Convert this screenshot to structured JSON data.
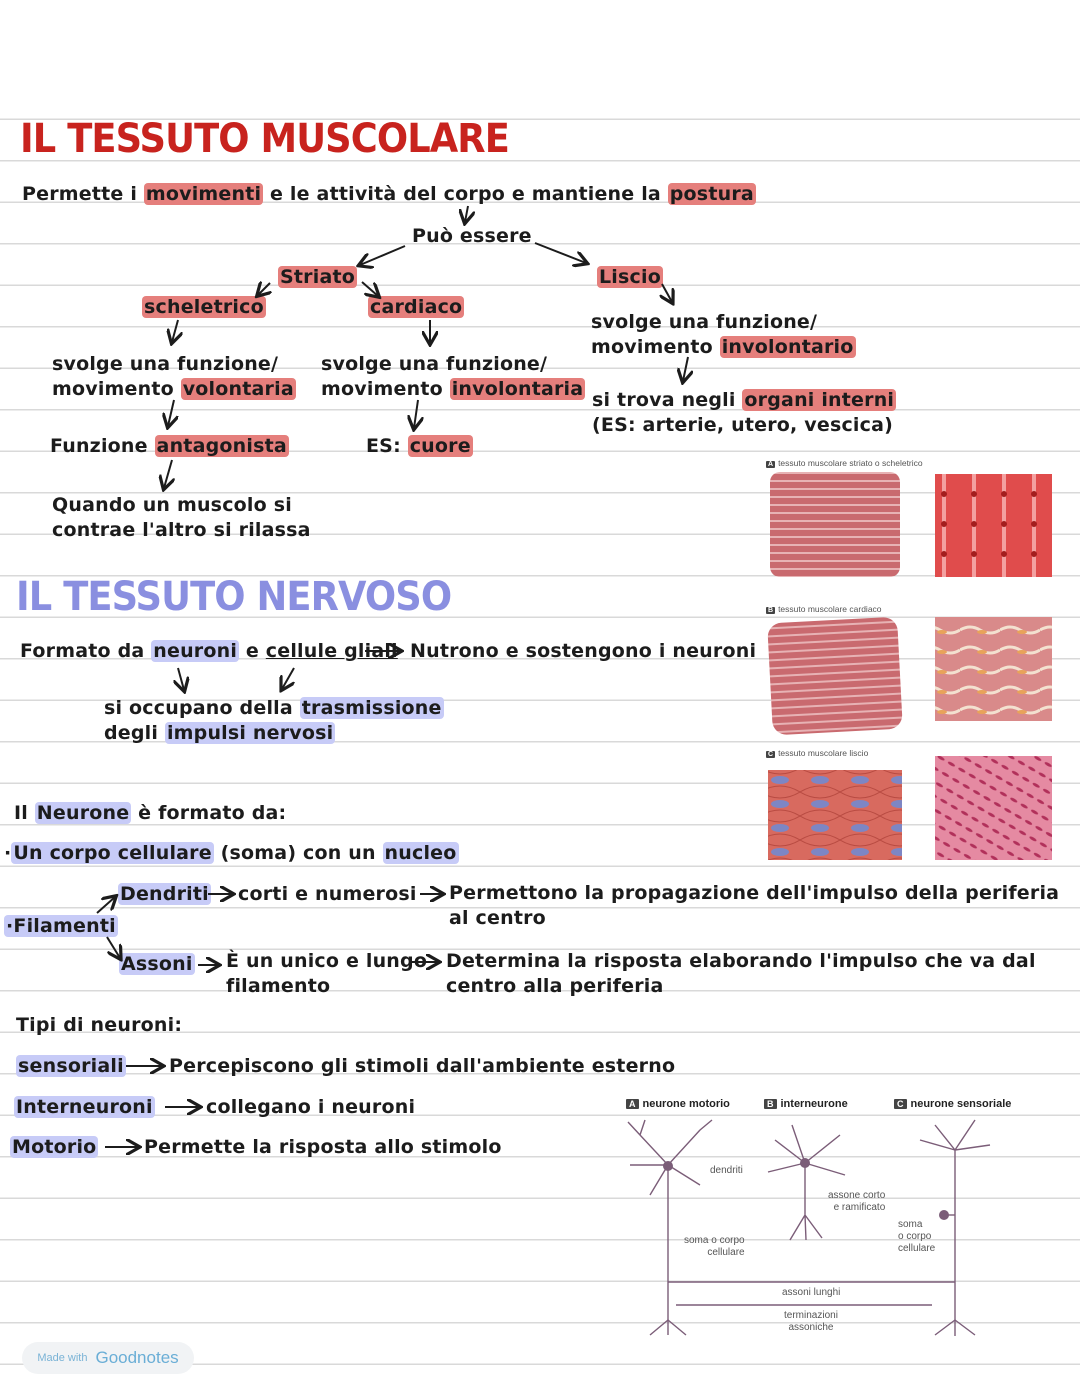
{
  "muscle": {
    "title": "IL TESSUTO MUSCOLARE",
    "intro": {
      "a": "Permette i ",
      "b": "movimenti",
      "c": " e le attività del corpo e mantiene la ",
      "d": "postura"
    },
    "puo_essere": "Può essere",
    "striato": "Striato",
    "liscio": "Liscio",
    "scheletrico": "scheletrico",
    "cardiaco": "cardiaco",
    "sk_func1": "svolge una funzione/",
    "sk_func2a": "movimento ",
    "sk_func2b": "volontaria",
    "card_func1": "svolge una funzione/",
    "card_func2a": "movimento ",
    "card_func2b": "involontaria",
    "lis_func1": "svolge una funzione/",
    "lis_func2a": "movimento ",
    "lis_func2b": "involontario",
    "antag_a": "Funzione ",
    "antag_b": "antagonista",
    "es_a": "ES: ",
    "es_b": "cuore",
    "organi_a": "si trova negli ",
    "organi_b": "organi interni",
    "organi_es": "(ES: arterie, utero, vescica)",
    "quando1": "Quando un muscolo si",
    "quando2": "contrae l'altro si rilassa"
  },
  "muscle_figure": {
    "panel_a": {
      "letter": "A",
      "label": "tessuto muscolare striato o scheletrico"
    },
    "panel_b": {
      "letter": "B",
      "label": "tessuto muscolare cardiaco"
    },
    "panel_c": {
      "letter": "C",
      "label": "tessuto muscolare liscio"
    }
  },
  "nervous": {
    "title": "IL TESSUTO NERVOSO",
    "formato_a": "Formato da ",
    "formato_b": "neuroni",
    "formato_c": " e ",
    "formato_d": "cellule gliali",
    "nutrono": "Nutrono e sostengono i neuroni",
    "trasm1a": "si occupano della ",
    "trasm1b": "trasmissione",
    "trasm2a": "degli ",
    "trasm2b": "impulsi nervosi",
    "neurone_a": "Il ",
    "neurone_b": "Neurone",
    "neurone_c": " è formato da:",
    "corpo_a": "·",
    "corpo_b": "Un corpo cellulare",
    "corpo_c": " (soma) con un ",
    "corpo_d": "nucleo",
    "filamenti": "·Filamenti",
    "dendriti": "Dendriti",
    "dendriti_desc": "corti e numerosi",
    "dendriti_fun1": "Permettono la propagazione dell'impulso della periferia",
    "dendriti_fun2": "al centro",
    "assoni": "Assoni",
    "assoni_desc1": "È un unico e lungo",
    "assoni_desc2": "filamento",
    "assoni_fun1": "Determina la risposta elaborando l'impulso che va dal",
    "assoni_fun2": "centro alla periferia",
    "tipi": "Tipi di neuroni:",
    "sensoriali": "sensoriali",
    "sensoriali_desc": "Percepiscono gli stimoli dall'ambiente esterno",
    "interneuroni": "Interneuroni",
    "interneuroni_desc": "collegano i neuroni",
    "motorio": "Motorio",
    "motorio_desc": "Permette la risposta allo stimolo"
  },
  "neuron_figure": {
    "a": {
      "letter": "A",
      "label": "neurone motorio"
    },
    "b": {
      "letter": "B",
      "label": "interneurone"
    },
    "c": {
      "letter": "C",
      "label": "neurone sensoriale"
    },
    "dendriti": "dendriti",
    "assone_corto1": "assone corto",
    "assone_corto2": "e ramificato",
    "soma_corpo1": "soma o corpo",
    "soma_corpo2": "cellulare",
    "soma2_1": "soma",
    "soma2_2": "o corpo",
    "soma2_3": "cellulare",
    "assoni_lunghi": "assoni lunghi",
    "terminazioni1": "terminazioni",
    "terminazioni2": "assoniche"
  },
  "badge": {
    "small": "Made with",
    "brand": "Goodnotes"
  }
}
